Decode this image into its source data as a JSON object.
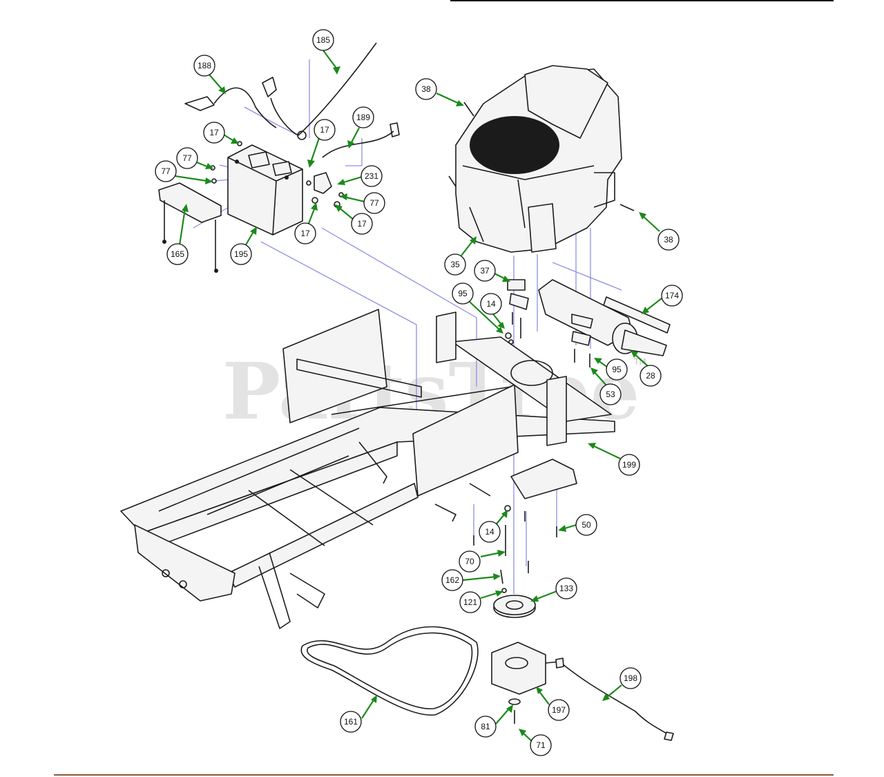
{
  "watermark": {
    "text": "PartsTree",
    "trademark": "TM"
  },
  "colors": {
    "leader": "#1a8a1a",
    "guide": "#8f8fe6",
    "rule_top": "#111111",
    "rule_bottom": "#8a5a3a"
  },
  "callouts": [
    "185",
    "188",
    "189",
    "17",
    "17",
    "17",
    "17",
    "77",
    "77",
    "77",
    "231",
    "165",
    "195",
    "38",
    "38",
    "35",
    "37",
    "95",
    "95",
    "14",
    "14",
    "174",
    "28",
    "53",
    "199",
    "50",
    "70",
    "162",
    "121",
    "133",
    "198",
    "197",
    "161",
    "81",
    "71"
  ]
}
